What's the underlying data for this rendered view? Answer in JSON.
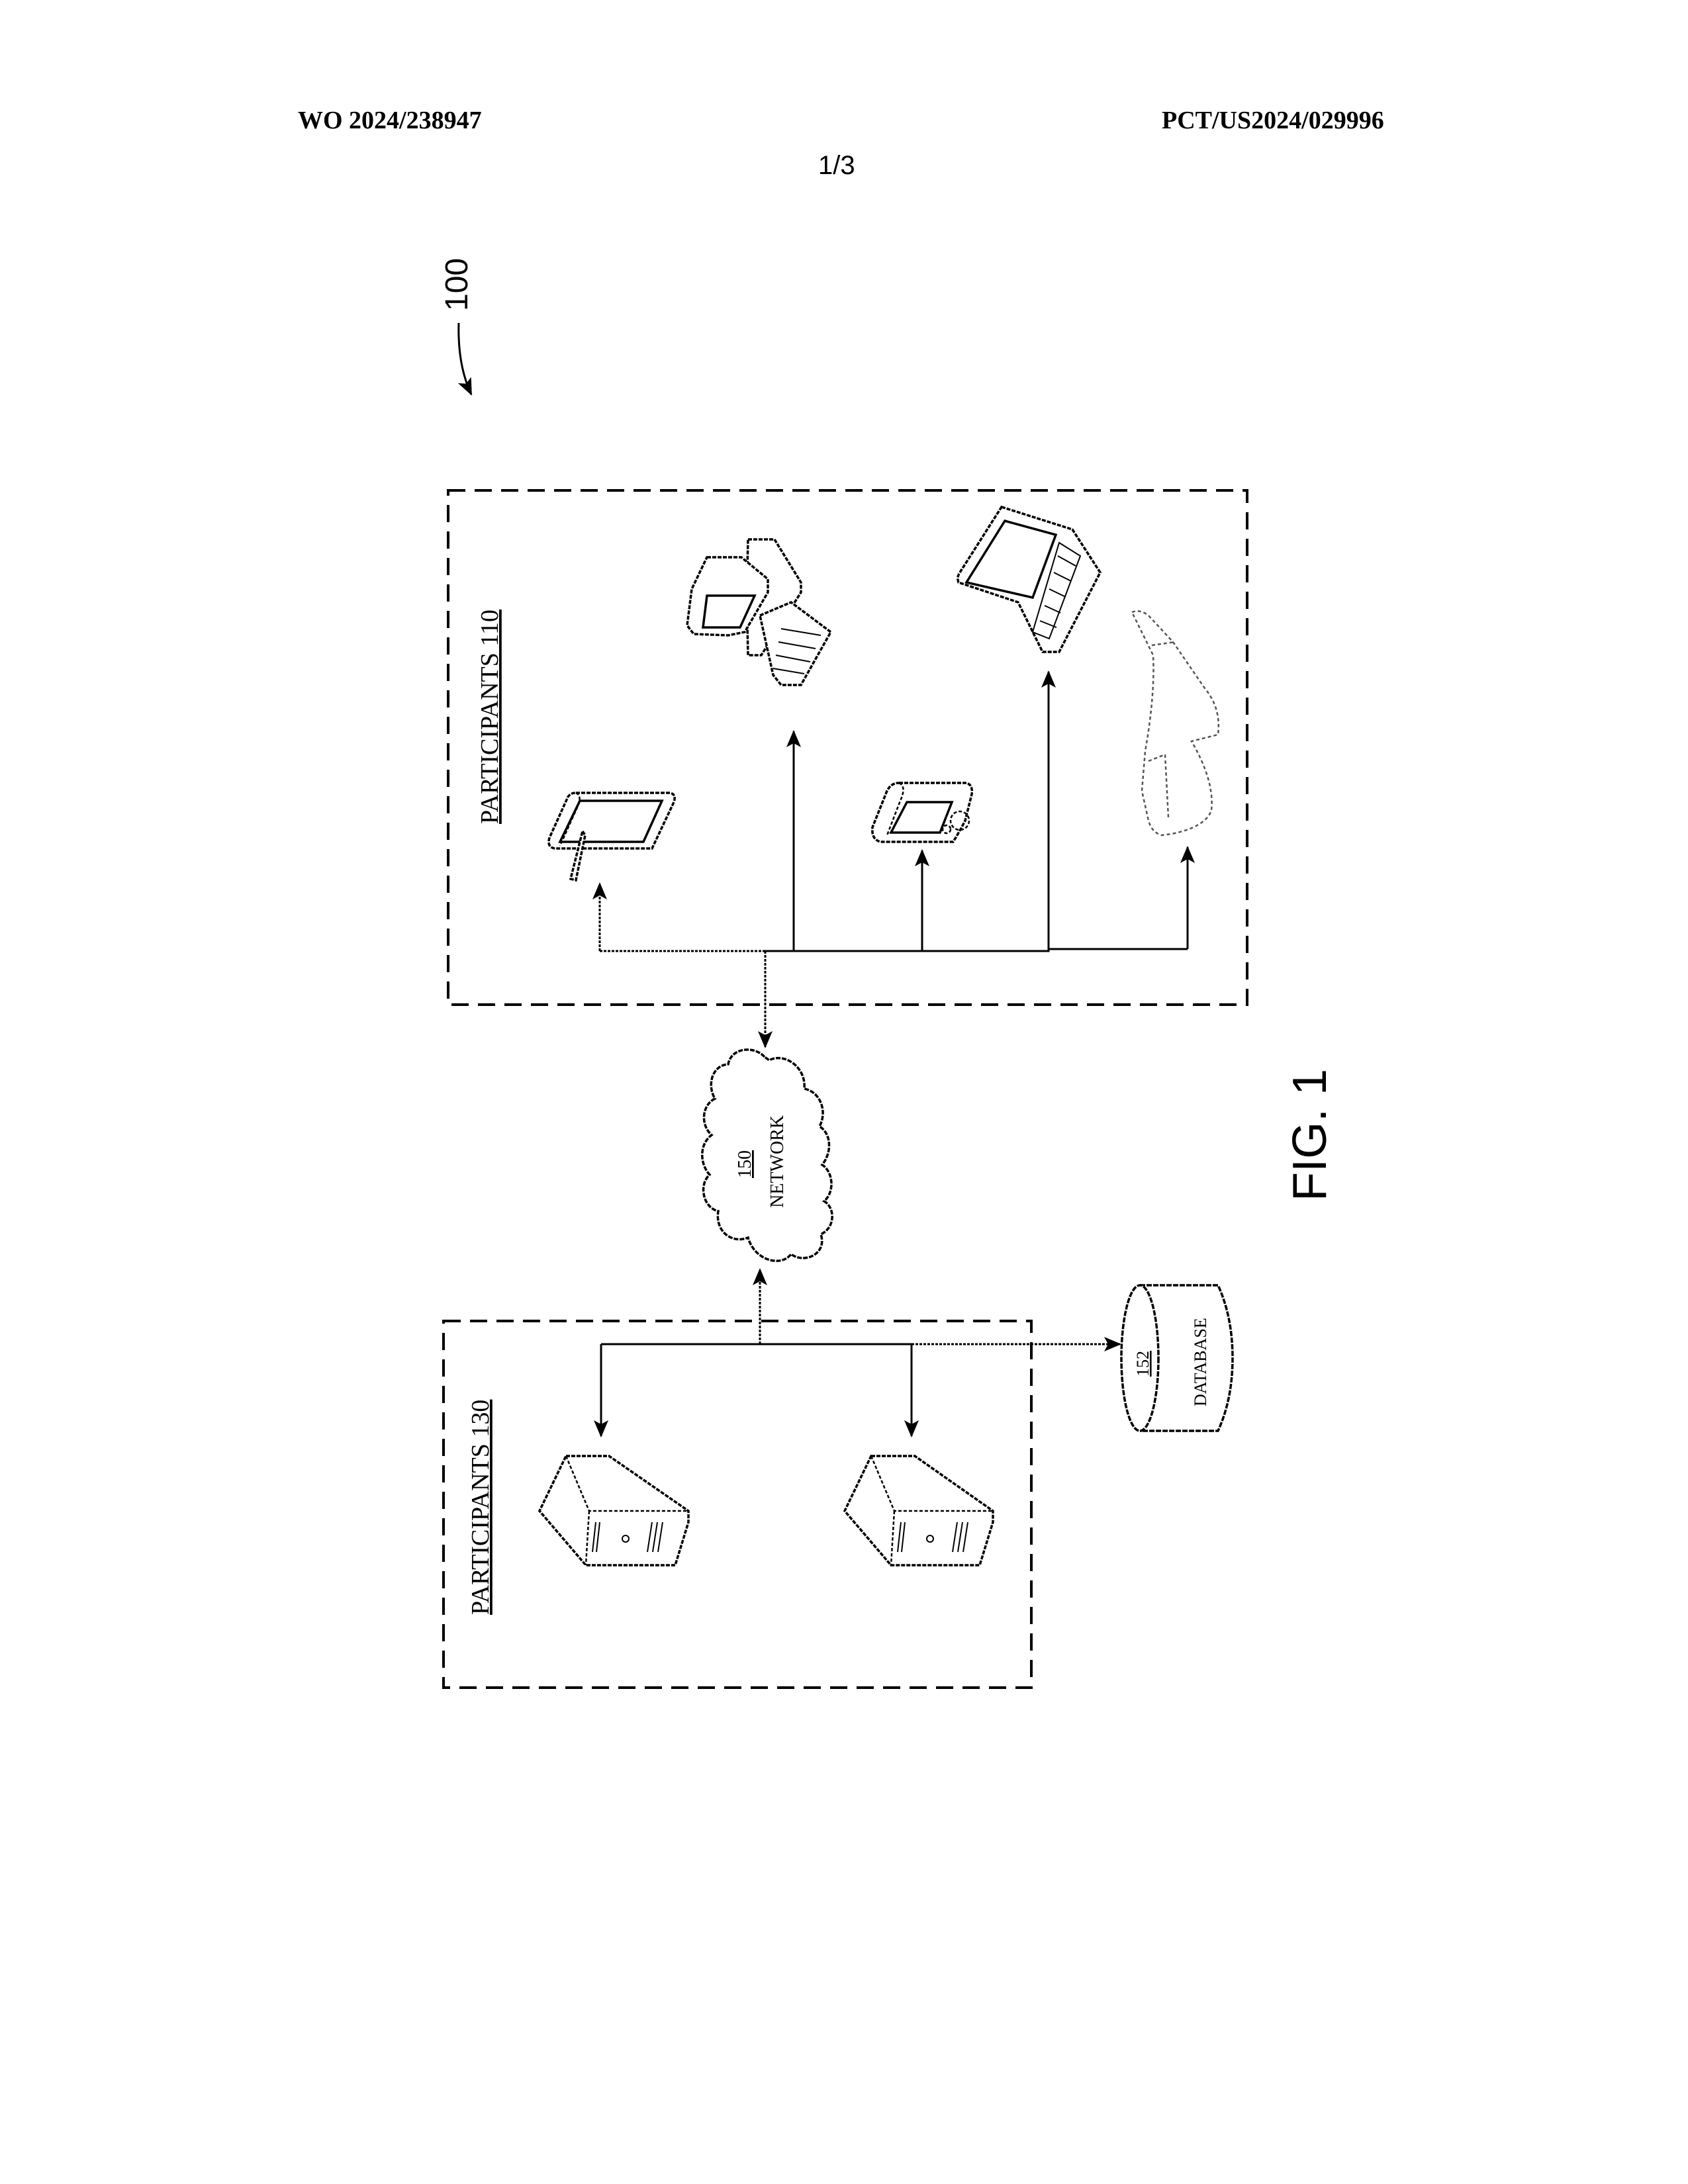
{
  "header": {
    "publication_number": "WO 2024/238947",
    "application_number": "PCT/US2024/029996",
    "sheet": "1/3"
  },
  "figure": {
    "reference_numeral": "100",
    "caption": "FIG. 1",
    "groups": [
      {
        "label": "PARTICIPANTS 110",
        "devices": [
          {
            "name": "tablet-with-stylus",
            "icon": "tablet-icon"
          },
          {
            "name": "desktop-computer",
            "icon": "desktop-computer-icon"
          },
          {
            "name": "handheld-device",
            "icon": "handheld-device-icon"
          },
          {
            "name": "laptop",
            "icon": "laptop-icon"
          },
          {
            "name": "wearable-headset",
            "icon": "headset-icon"
          }
        ]
      },
      {
        "label": "PARTICIPANTS 130",
        "devices": [
          {
            "name": "server-1",
            "icon": "server-icon"
          },
          {
            "name": "server-2",
            "icon": "server-icon"
          }
        ]
      }
    ],
    "network": {
      "numeral": "150",
      "label": "NETWORK"
    },
    "database": {
      "numeral": "152",
      "label": "DATABASE"
    }
  }
}
